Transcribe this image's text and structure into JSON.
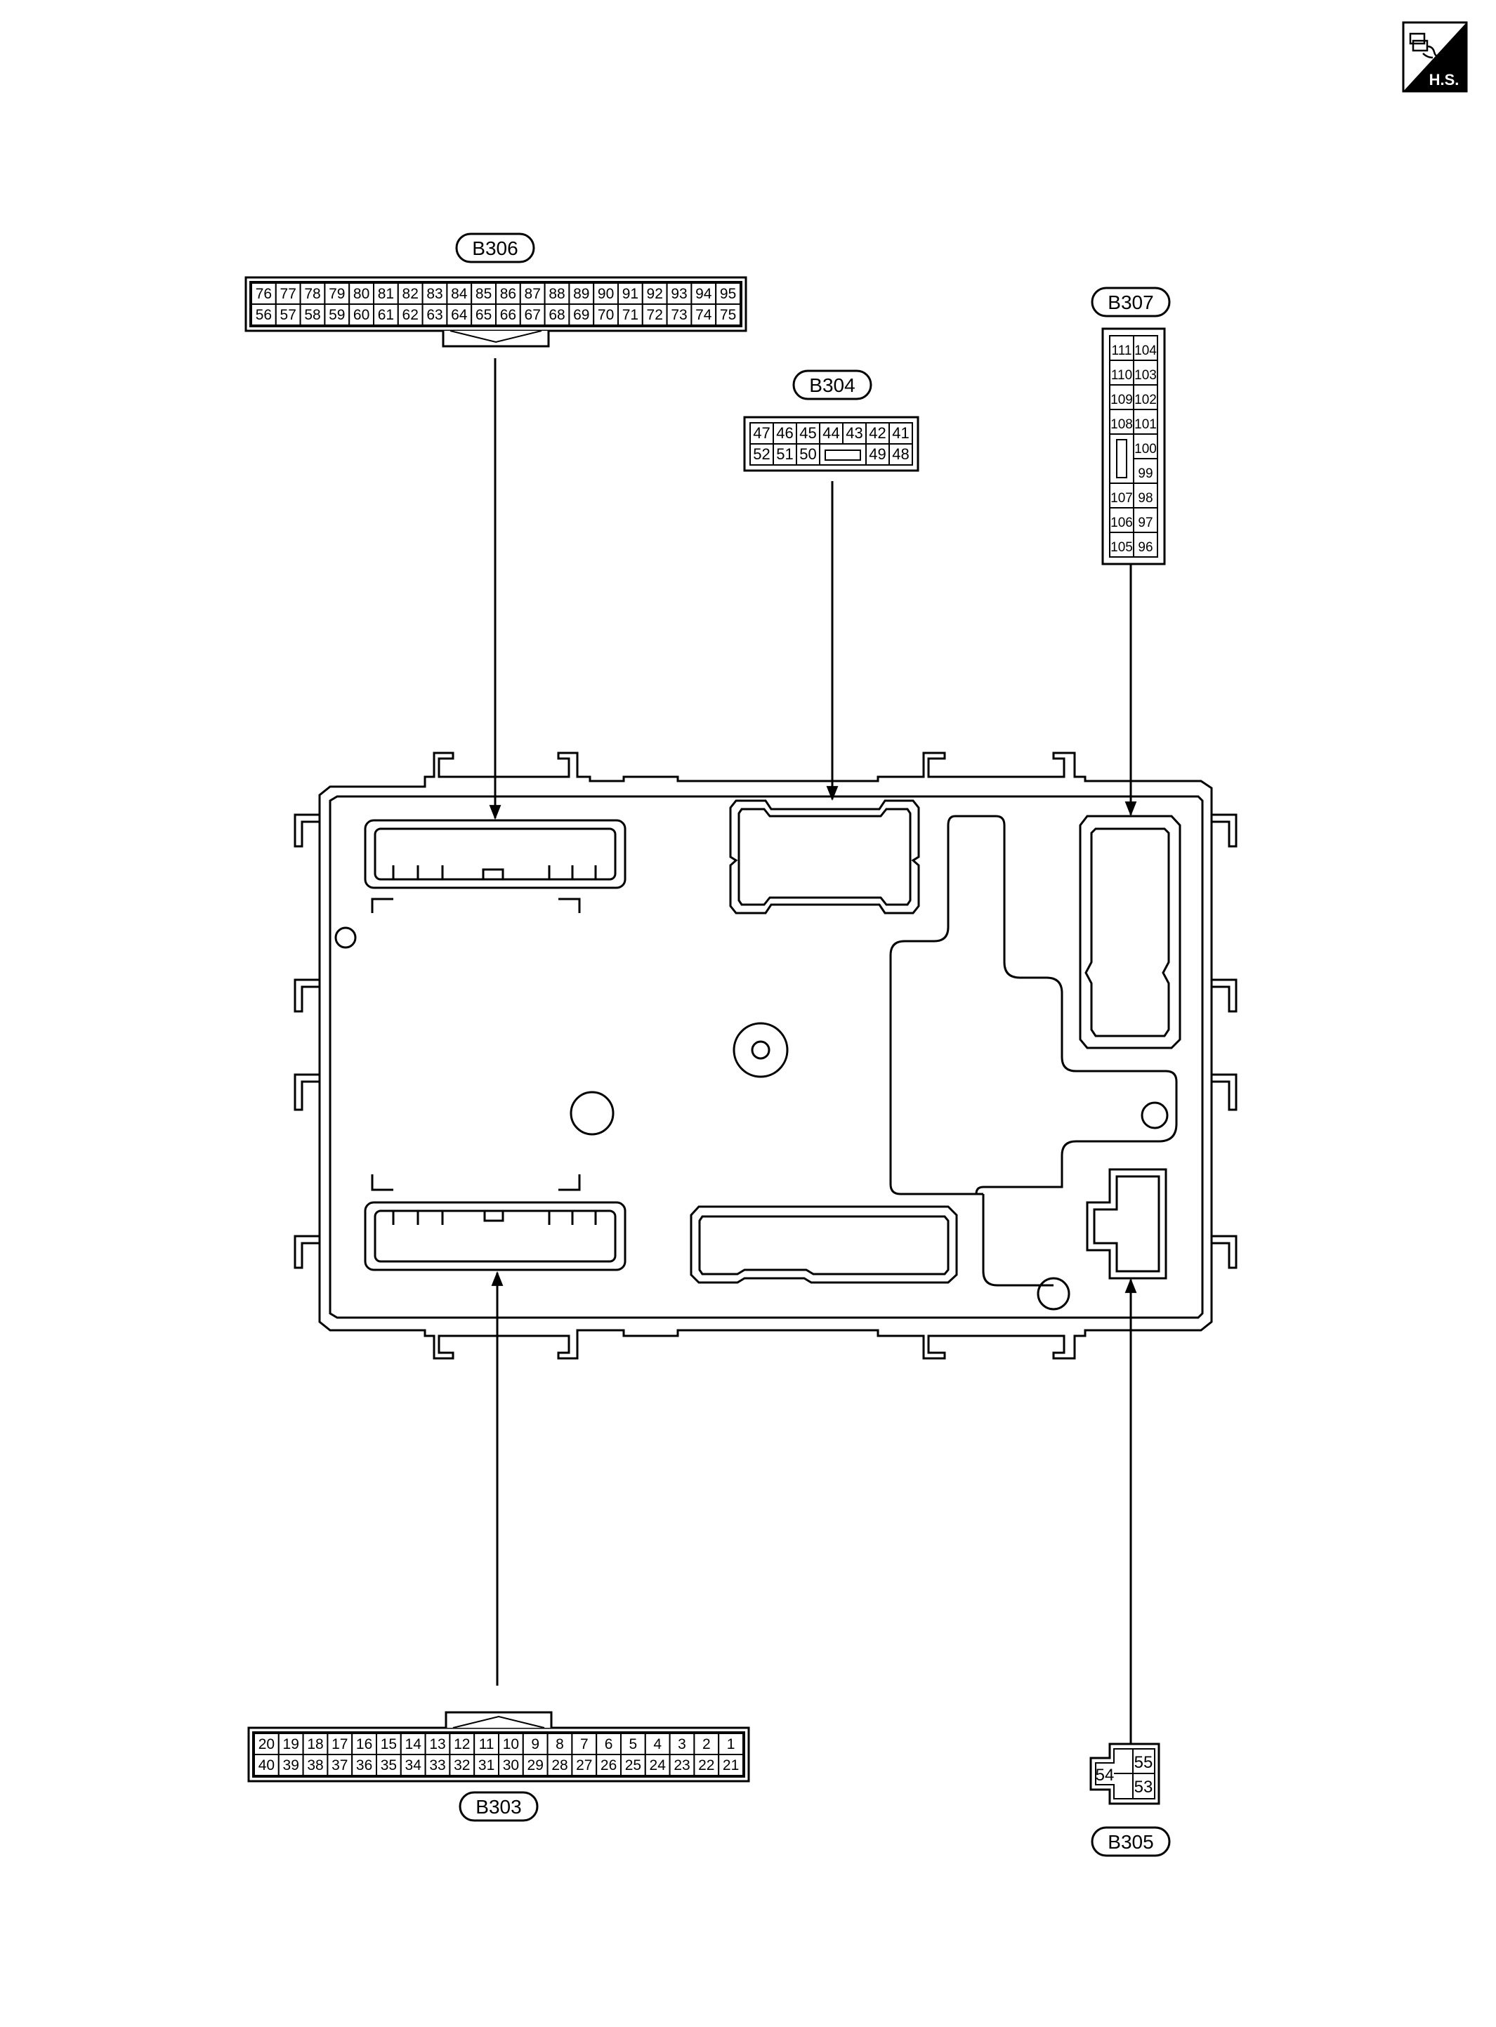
{
  "badge": {
    "label": "H.S."
  },
  "connectors": {
    "b306": {
      "label": "B306",
      "row1": [
        "76",
        "77",
        "78",
        "79",
        "80",
        "81",
        "82",
        "83",
        "84",
        "85",
        "86",
        "87",
        "88",
        "89",
        "90",
        "91",
        "92",
        "93",
        "94",
        "95"
      ],
      "row2": [
        "56",
        "57",
        "58",
        "59",
        "60",
        "61",
        "62",
        "63",
        "64",
        "65",
        "66",
        "67",
        "68",
        "69",
        "70",
        "71",
        "72",
        "73",
        "74",
        "75"
      ]
    },
    "b304": {
      "label": "B304",
      "row1": [
        "47",
        "46",
        "45",
        "44",
        "43",
        "42",
        "41"
      ],
      "row2": [
        "52",
        "51",
        "50",
        "",
        "49",
        "48"
      ]
    },
    "b307": {
      "label": "B307",
      "left": [
        "111",
        "110",
        "109",
        "108",
        "",
        "",
        "107",
        "106",
        "105"
      ],
      "right": [
        "104",
        "103",
        "102",
        "101",
        "100",
        "99",
        "98",
        "97",
        "96"
      ]
    },
    "b303": {
      "label": "B303",
      "row1": [
        "20",
        "19",
        "18",
        "17",
        "16",
        "15",
        "14",
        "13",
        "12",
        "11",
        "10",
        "9",
        "8",
        "7",
        "6",
        "5",
        "4",
        "3",
        "2",
        "1"
      ],
      "row2": [
        "40",
        "39",
        "38",
        "37",
        "36",
        "35",
        "34",
        "33",
        "32",
        "31",
        "30",
        "29",
        "28",
        "27",
        "26",
        "25",
        "24",
        "23",
        "22",
        "21"
      ]
    },
    "b305": {
      "label": "B305",
      "left": "54",
      "right_top": "55",
      "right_bottom": "53"
    }
  }
}
